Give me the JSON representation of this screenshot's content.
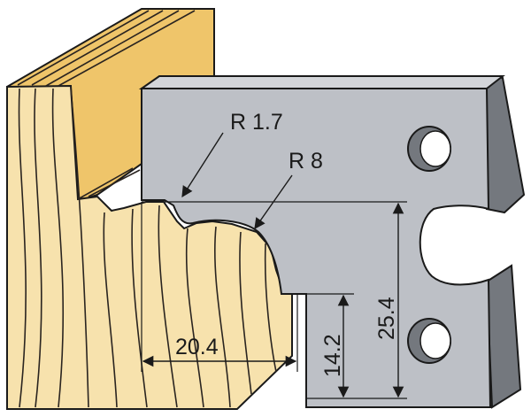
{
  "labels": {
    "radius_small": "R 1.7",
    "radius_large": "R 8",
    "width": "20.4",
    "height_low": "14.2",
    "height_total": "25.4"
  },
  "colors": {
    "wood_face": "#F7E2AD",
    "wood_top": "#EFC56A",
    "wood_grain": "#2a2420",
    "blade_face": "#BDC0C6",
    "blade_side": "#74787E",
    "blade_top": "#D3D5D9",
    "outline": "#1a1a1a",
    "hole_fill": "#7A7E84"
  }
}
